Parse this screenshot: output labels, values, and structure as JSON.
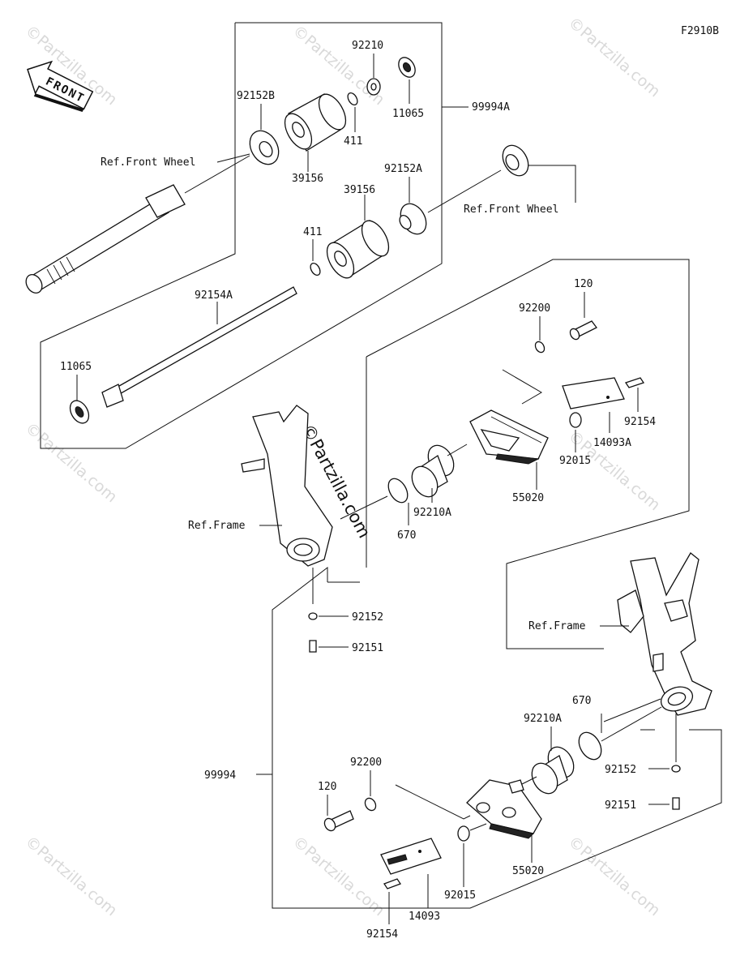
{
  "figure_code": "F2910B",
  "front_label": "FRONT",
  "watermark": "©Partzilla.com",
  "center_watermark": "©Partzilla.com",
  "refs": {
    "front_wheel_1": "Ref.Front Wheel",
    "front_wheel_2": "Ref.Front Wheel",
    "frame_1": "Ref.Frame",
    "frame_2": "Ref.Frame"
  },
  "parts": {
    "p92210": "92210",
    "p11065_top": "11065",
    "p92152B": "92152B",
    "p99994A": "99994A",
    "p411_top": "411",
    "p39156_top": "39156",
    "p39156_mid": "39156",
    "p92152A": "92152A",
    "p411_mid": "411",
    "p92154A": "92154A",
    "p11065_left": "11065",
    "p120_top": "120",
    "p92200_top": "92200",
    "p92154_top": "92154",
    "p14093A": "14093A",
    "p92015_top": "92015",
    "p55020_top": "55020",
    "p92210A_top": "92210A",
    "p670_top": "670",
    "p92152_top": "92152",
    "p92151_top": "92151",
    "p670_bot": "670",
    "p92210A_bot": "92210A",
    "p99994": "99994",
    "p92200_bot": "92200",
    "p120_bot": "120",
    "p92152_bot": "92152",
    "p92151_bot": "92151",
    "p55020_bot": "55020",
    "p92015_bot": "92015",
    "p14093": "14093",
    "p92154_bot": "92154"
  }
}
